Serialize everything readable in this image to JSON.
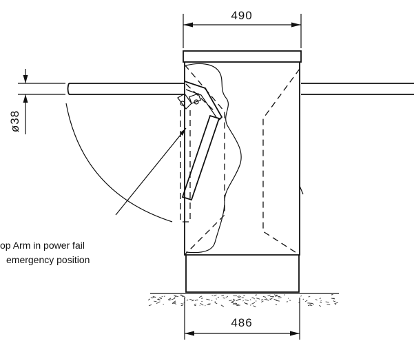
{
  "drawing": {
    "top_width_dimension": "490",
    "bottom_width_dimension": "486",
    "arm_diameter_dimension": "ø38",
    "callout_line1": "op Arm in power fail",
    "callout_line2": "emergency position"
  }
}
